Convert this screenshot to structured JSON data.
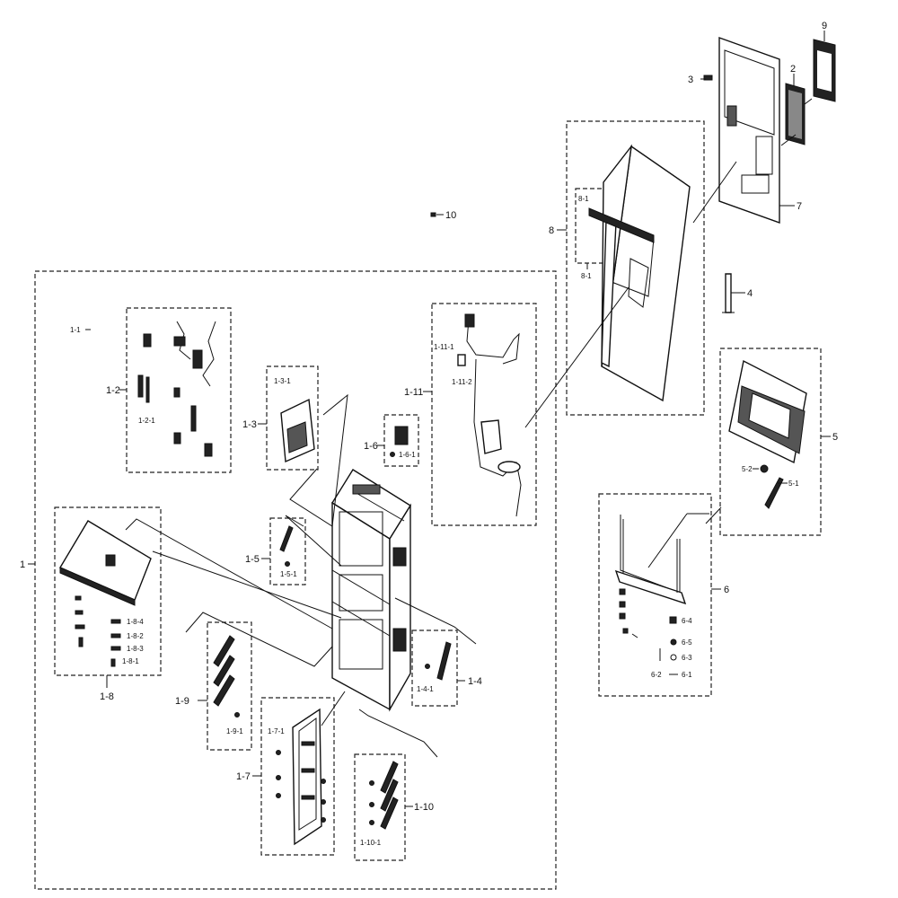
{
  "callouts": {
    "c1": "1",
    "c1_1": "1-1",
    "c1_2": "1-2",
    "c1_2_1": "1-2-1",
    "c1_3": "1-3",
    "c1_3_1": "1-3-1",
    "c1_4": "1-4",
    "c1_4_1": "1-4-1",
    "c1_5": "1-5",
    "c1_5_1": "1-5-1",
    "c1_6": "1-6",
    "c1_6_1": "1-6-1",
    "c1_7": "1-7",
    "c1_7_1": "1-7-1",
    "c1_8": "1-8",
    "c1_8_1": "1-8-1",
    "c1_8_2": "1-8-2",
    "c1_8_3": "1-8-3",
    "c1_8_4": "1-8-4",
    "c1_9": "1-9",
    "c1_9_1": "1-9-1",
    "c1_10": "1-10",
    "c1_10_1": "1-10-1",
    "c1_11": "1-11",
    "c1_11_1": "1-11-1",
    "c1_11_2": "1-11-2",
    "c2": "2",
    "c3": "3",
    "c4": "4",
    "c5": "5",
    "c5_1": "5-1",
    "c5_2": "5-2",
    "c6": "6",
    "c6_1": "6-1",
    "c6_2": "6-2",
    "c6_3": "6-3",
    "c6_4": "6-4",
    "c6_5": "6-5",
    "c7": "7",
    "c8": "8",
    "c8_1": "8-1",
    "c9": "9",
    "c10": "10"
  }
}
